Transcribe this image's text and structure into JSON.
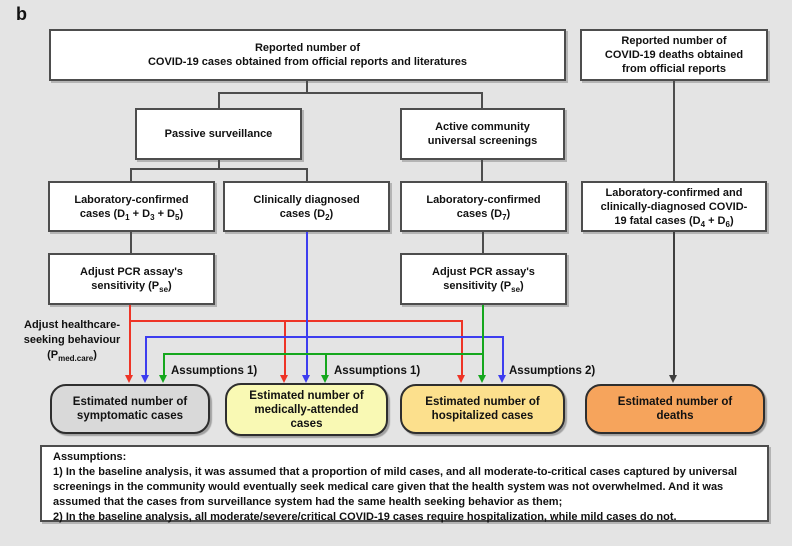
{
  "figure_label": "b",
  "colors": {
    "background": "#e4e4e4",
    "box_border": "#4d4d4d",
    "arrow_red": "#ee3426",
    "arrow_blue": "#3d3def",
    "arrow_green": "#15a71d",
    "arrow_dark": "#3f3f3f",
    "fill_symptomatic": "#d9d9d9",
    "fill_medically_attended": "#f9f9b4",
    "fill_hospitalized": "#fce08d",
    "fill_deaths": "#f6a45c"
  },
  "nodes": {
    "reported_cases": "Reported number of<br>COVID-19 cases obtained from official reports and literatures",
    "reported_deaths": "Reported number of<br>COVID-19 deaths obtained<br>from official reports",
    "passive_surveillance": "Passive surveillance",
    "active_screenings": "Active community<br>universal screenings",
    "lab_confirmed_passive": "Laboratory-confirmed<br>cases (D<sub>1</sub> + D<sub>3</sub> + D<sub>5</sub>)",
    "clinically_diagnosed": "Clinically diagnosed<br>cases (D<sub>2</sub>)",
    "lab_confirmed_active": "Laboratory-confirmed<br>cases (D<sub>7</sub>)",
    "fatal_cases": "Laboratory-confirmed and<br>clinically-diagnosed COVID-<br>19 fatal cases (D<sub>4</sub> + D<sub>6</sub>)",
    "adjust_pcr_left": "Adjust PCR assay's<br>sensitivity (P<sub>se</sub>)",
    "adjust_pcr_right": "Adjust PCR assay's<br>sensitivity (P<sub>se</sub>)",
    "adjust_healthcare": "Adjust healthcare-<br>seeking behaviour<br>(P<sub>med.care</sub>)",
    "est_symptomatic": "Estimated number of<br>symptomatic cases",
    "est_medically_attended": "Estimated number of<br>medically-attended<br>cases",
    "est_hospitalized": "Estimated number of<br>hospitalized cases",
    "est_deaths": "Estimated number of<br>deaths"
  },
  "annotations": {
    "assumptions_1_left": "Assumptions 1)",
    "assumptions_1_right": "Assumptions 1)",
    "assumptions_2": "Assumptions 2)"
  },
  "assumptions_box": {
    "title": "Assumptions:",
    "item1": "1) In the baseline analysis, it was assumed that a proportion of mild cases, and all moderate-to-critical cases captured by universal screenings in the community would eventually seek medical care given that the health system was not overwhelmed. And it was assumed that the cases from surveillance system had the same health seeking behavior as them;",
    "item2": "2) In the baseline analysis, all moderate/severe/critical COVID-19 cases require hospitalization, while mild cases do not."
  }
}
